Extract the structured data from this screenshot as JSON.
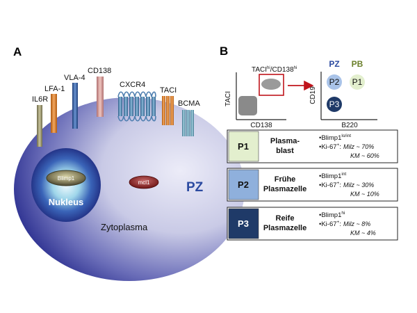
{
  "panel_a": {
    "letter": "A",
    "receptors": [
      "IL6R",
      "LFA-1",
      "VLA-4",
      "CD138",
      "CXCR4",
      "TACI",
      "BCMA"
    ],
    "cell_label": "PZ",
    "nucleus_label": "Nukleus",
    "cytoplasm_label": "Zytoplasma",
    "genes": {
      "nucleus": "Blimp1",
      "cytoplasm": "mcl1"
    }
  },
  "panel_b": {
    "letter": "B",
    "plot1": {
      "xlabel": "CD138",
      "ylabel": "TACI",
      "gate_label": "TACI",
      "gate_sup1": "hi",
      "gate_mid": "/CD138",
      "gate_sup2": "hi"
    },
    "plot2": {
      "xlabel": "B220",
      "ylabel": "CD19",
      "group1": "PZ",
      "group2": "PB",
      "circles": [
        "P2",
        "P1",
        "P3"
      ]
    },
    "cards": [
      {
        "id": "P1",
        "stage_line1": "Plasma-",
        "stage_line2": "blast",
        "marker": "Blimp1",
        "marker_sup": "lo/int",
        "ki_label": "Ki-67",
        "ki_sup": "+",
        "ki_colon": ":",
        "milz": "Milz ~ 70%",
        "km": "KM ~ 60%"
      },
      {
        "id": "P2",
        "stage_line1": "Frühe",
        "stage_line2": "Plasmazelle",
        "marker": "Blimp1",
        "marker_sup": "int",
        "ki_label": "Ki-67",
        "ki_sup": "+",
        "ki_colon": ":",
        "milz": "Milz ~ 30%",
        "km": "KM ~ 10%"
      },
      {
        "id": "P3",
        "stage_line1": "Reife",
        "stage_line2": "Plasmazelle",
        "marker": "Blimp1",
        "marker_sup": "hi",
        "ki_label": "Ki-67",
        "ki_sup": "+",
        "ki_colon": ":",
        "milz": "Milz ~  8%",
        "km": "KM ~  4%"
      }
    ]
  },
  "colors": {
    "cell_light": "#dcdcf0",
    "cell_dark": "#3b3f9e",
    "nucleus_dark": "#2a2f8a",
    "nucleus_glow": "#e8f6fb",
    "accent_red": "#c0141c",
    "p1_fill": "#e3efce",
    "p2_fill": "#8fb0dc",
    "p3_fill": "#1f3a68",
    "pz_text": "#2b4aa0",
    "pb_text": "#6a7f2a"
  }
}
